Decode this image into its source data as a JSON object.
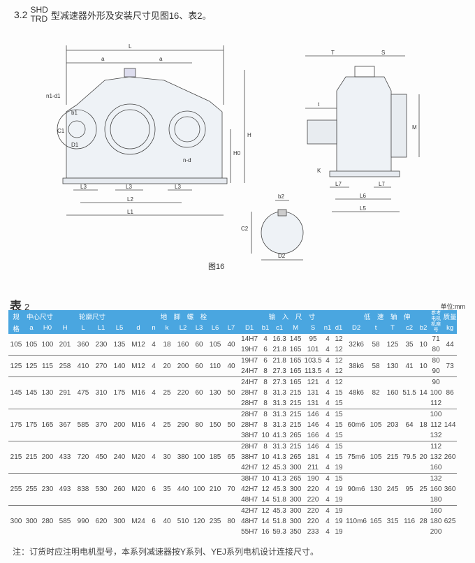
{
  "heading": {
    "section": "3.2",
    "model_top": "SHD",
    "model_bottom": "TRD",
    "text": "型减速器外形及安装尺寸见图16、表2。"
  },
  "figure": {
    "caption": "图16",
    "labels": {
      "L": "L",
      "a1": "a",
      "a2": "a",
      "n1d1": "n1-d1",
      "b1": "b1",
      "C1": "C1",
      "D1": "D1",
      "H": "H",
      "H0": "H0",
      "nd": "n-d",
      "L3a": "L3",
      "L3b": "L3",
      "L3c": "L3",
      "L2": "L2",
      "L1": "L1",
      "T": "T",
      "S": "S",
      "t": "t",
      "M": "M",
      "K": "K",
      "L7a": "L7",
      "L7b": "L7",
      "L6": "L6",
      "L5": "L5",
      "b2": "b2",
      "C2": "C2",
      "D2": "D2"
    }
  },
  "table": {
    "title": "表",
    "number": "2",
    "unit": "单位:mm",
    "group_headers": [
      "规",
      "中心尺寸",
      "轮廓尺寸",
      "地　脚　螺　栓",
      "输　入　尺　寸",
      "低　速　轴　伸",
      "参考电机机座号",
      "质量"
    ],
    "col_headers": [
      "格",
      "a",
      "H0",
      "H",
      "L",
      "L1",
      "L5",
      "d",
      "n",
      "k",
      "L2",
      "L3",
      "L6",
      "L7",
      "D1",
      "b1",
      "c1",
      "M",
      "S",
      "n1",
      "d1",
      "D2",
      "t",
      "T",
      "c2",
      "b2",
      "kg"
    ],
    "groups": [
      {
        "left": [
          "105",
          "105",
          "100",
          "201",
          "360",
          "230",
          "135",
          "M12",
          "4",
          "18",
          "160",
          "60",
          "105",
          "40"
        ],
        "inputs": [
          [
            "14H7",
            "4",
            "16.3",
            "145",
            "95",
            "4",
            "12"
          ],
          [
            "19H7",
            "6",
            "21.8",
            "165",
            "101",
            "4",
            "12"
          ]
        ],
        "right": [
          "32k6",
          "58",
          "125",
          "35",
          "10"
        ],
        "motors": [
          "71",
          "80"
        ],
        "kg": "44"
      },
      {
        "left": [
          "125",
          "125",
          "115",
          "258",
          "410",
          "270",
          "140",
          "M12",
          "4",
          "20",
          "200",
          "60",
          "110",
          "40"
        ],
        "inputs": [
          [
            "19H7",
            "6",
            "21.8",
            "165",
            "103.5",
            "4",
            "12"
          ],
          [
            "24H7",
            "8",
            "27.3",
            "165",
            "113.5",
            "4",
            "12"
          ]
        ],
        "right": [
          "38k6",
          "58",
          "130",
          "41",
          "10"
        ],
        "motors": [
          "80",
          "90"
        ],
        "kg": "73"
      },
      {
        "left": [
          "145",
          "145",
          "130",
          "291",
          "475",
          "310",
          "175",
          "M16",
          "4",
          "25",
          "220",
          "60",
          "130",
          "50"
        ],
        "inputs": [
          [
            "24H7",
            "8",
            "27.3",
            "165",
            "121",
            "4",
            "12"
          ],
          [
            "28H7",
            "8",
            "31.3",
            "215",
            "131",
            "4",
            "15"
          ],
          [
            "28H7",
            "8",
            "31.3",
            "215",
            "131",
            "4",
            "15"
          ]
        ],
        "right": [
          "48k6",
          "82",
          "160",
          "51.5",
          "14"
        ],
        "motors": [
          "90",
          "100",
          "112"
        ],
        "kg": "86"
      },
      {
        "left": [
          "175",
          "175",
          "165",
          "367",
          "585",
          "370",
          "200",
          "M16",
          "4",
          "25",
          "290",
          "80",
          "150",
          "50"
        ],
        "inputs": [
          [
            "28H7",
            "8",
            "31.3",
            "215",
            "146",
            "4",
            "15"
          ],
          [
            "28H7",
            "8",
            "31.3",
            "215",
            "146",
            "4",
            "15"
          ],
          [
            "38H7",
            "10",
            "41.3",
            "265",
            "166",
            "4",
            "15"
          ]
        ],
        "right": [
          "60m6",
          "105",
          "203",
          "64",
          "18"
        ],
        "motors": [
          "100",
          "112",
          "132"
        ],
        "kg": "144"
      },
      {
        "left": [
          "215",
          "215",
          "200",
          "433",
          "720",
          "450",
          "240",
          "M20",
          "4",
          "30",
          "380",
          "100",
          "185",
          "65"
        ],
        "inputs": [
          [
            "28H7",
            "8",
            "31.3",
            "215",
            "146",
            "4",
            "15"
          ],
          [
            "38H7",
            "10",
            "41.3",
            "265",
            "181",
            "4",
            "15"
          ],
          [
            "42H7",
            "12",
            "45.3",
            "300",
            "211",
            "4",
            "19"
          ]
        ],
        "right": [
          "75m6",
          "105",
          "215",
          "79.5",
          "20"
        ],
        "motors": [
          "112",
          "132",
          "160"
        ],
        "kg": "260"
      },
      {
        "left": [
          "255",
          "255",
          "230",
          "493",
          "838",
          "530",
          "260",
          "M20",
          "6",
          "35",
          "440",
          "100",
          "210",
          "70"
        ],
        "inputs": [
          [
            "38H7",
            "10",
            "41.3",
            "265",
            "190",
            "4",
            "15"
          ],
          [
            "42H7",
            "12",
            "45.3",
            "300",
            "220",
            "4",
            "19"
          ],
          [
            "48H7",
            "14",
            "51.8",
            "300",
            "220",
            "4",
            "19"
          ]
        ],
        "right": [
          "90m6",
          "130",
          "245",
          "95",
          "25"
        ],
        "motors": [
          "132",
          "160",
          "180"
        ],
        "kg": "360"
      },
      {
        "left": [
          "300",
          "300",
          "280",
          "585",
          "990",
          "620",
          "300",
          "M24",
          "6",
          "40",
          "510",
          "120",
          "235",
          "80"
        ],
        "inputs": [
          [
            "42H7",
            "12",
            "45.3",
            "300",
            "220",
            "4",
            "19"
          ],
          [
            "48H7",
            "14",
            "51.8",
            "300",
            "220",
            "4",
            "19"
          ],
          [
            "55H7",
            "16",
            "59.3",
            "350",
            "233",
            "4",
            "19"
          ]
        ],
        "right": [
          "110m6",
          "165",
          "315",
          "116",
          "28"
        ],
        "motors": [
          "160",
          "180",
          "200"
        ],
        "kg": "625"
      }
    ]
  },
  "note": "注：订货时应注明电机型号，本系列减速器按Y系列、YEJ系列电机设计连接尺寸。",
  "colors": {
    "header_bg": "#4aa6e0"
  }
}
